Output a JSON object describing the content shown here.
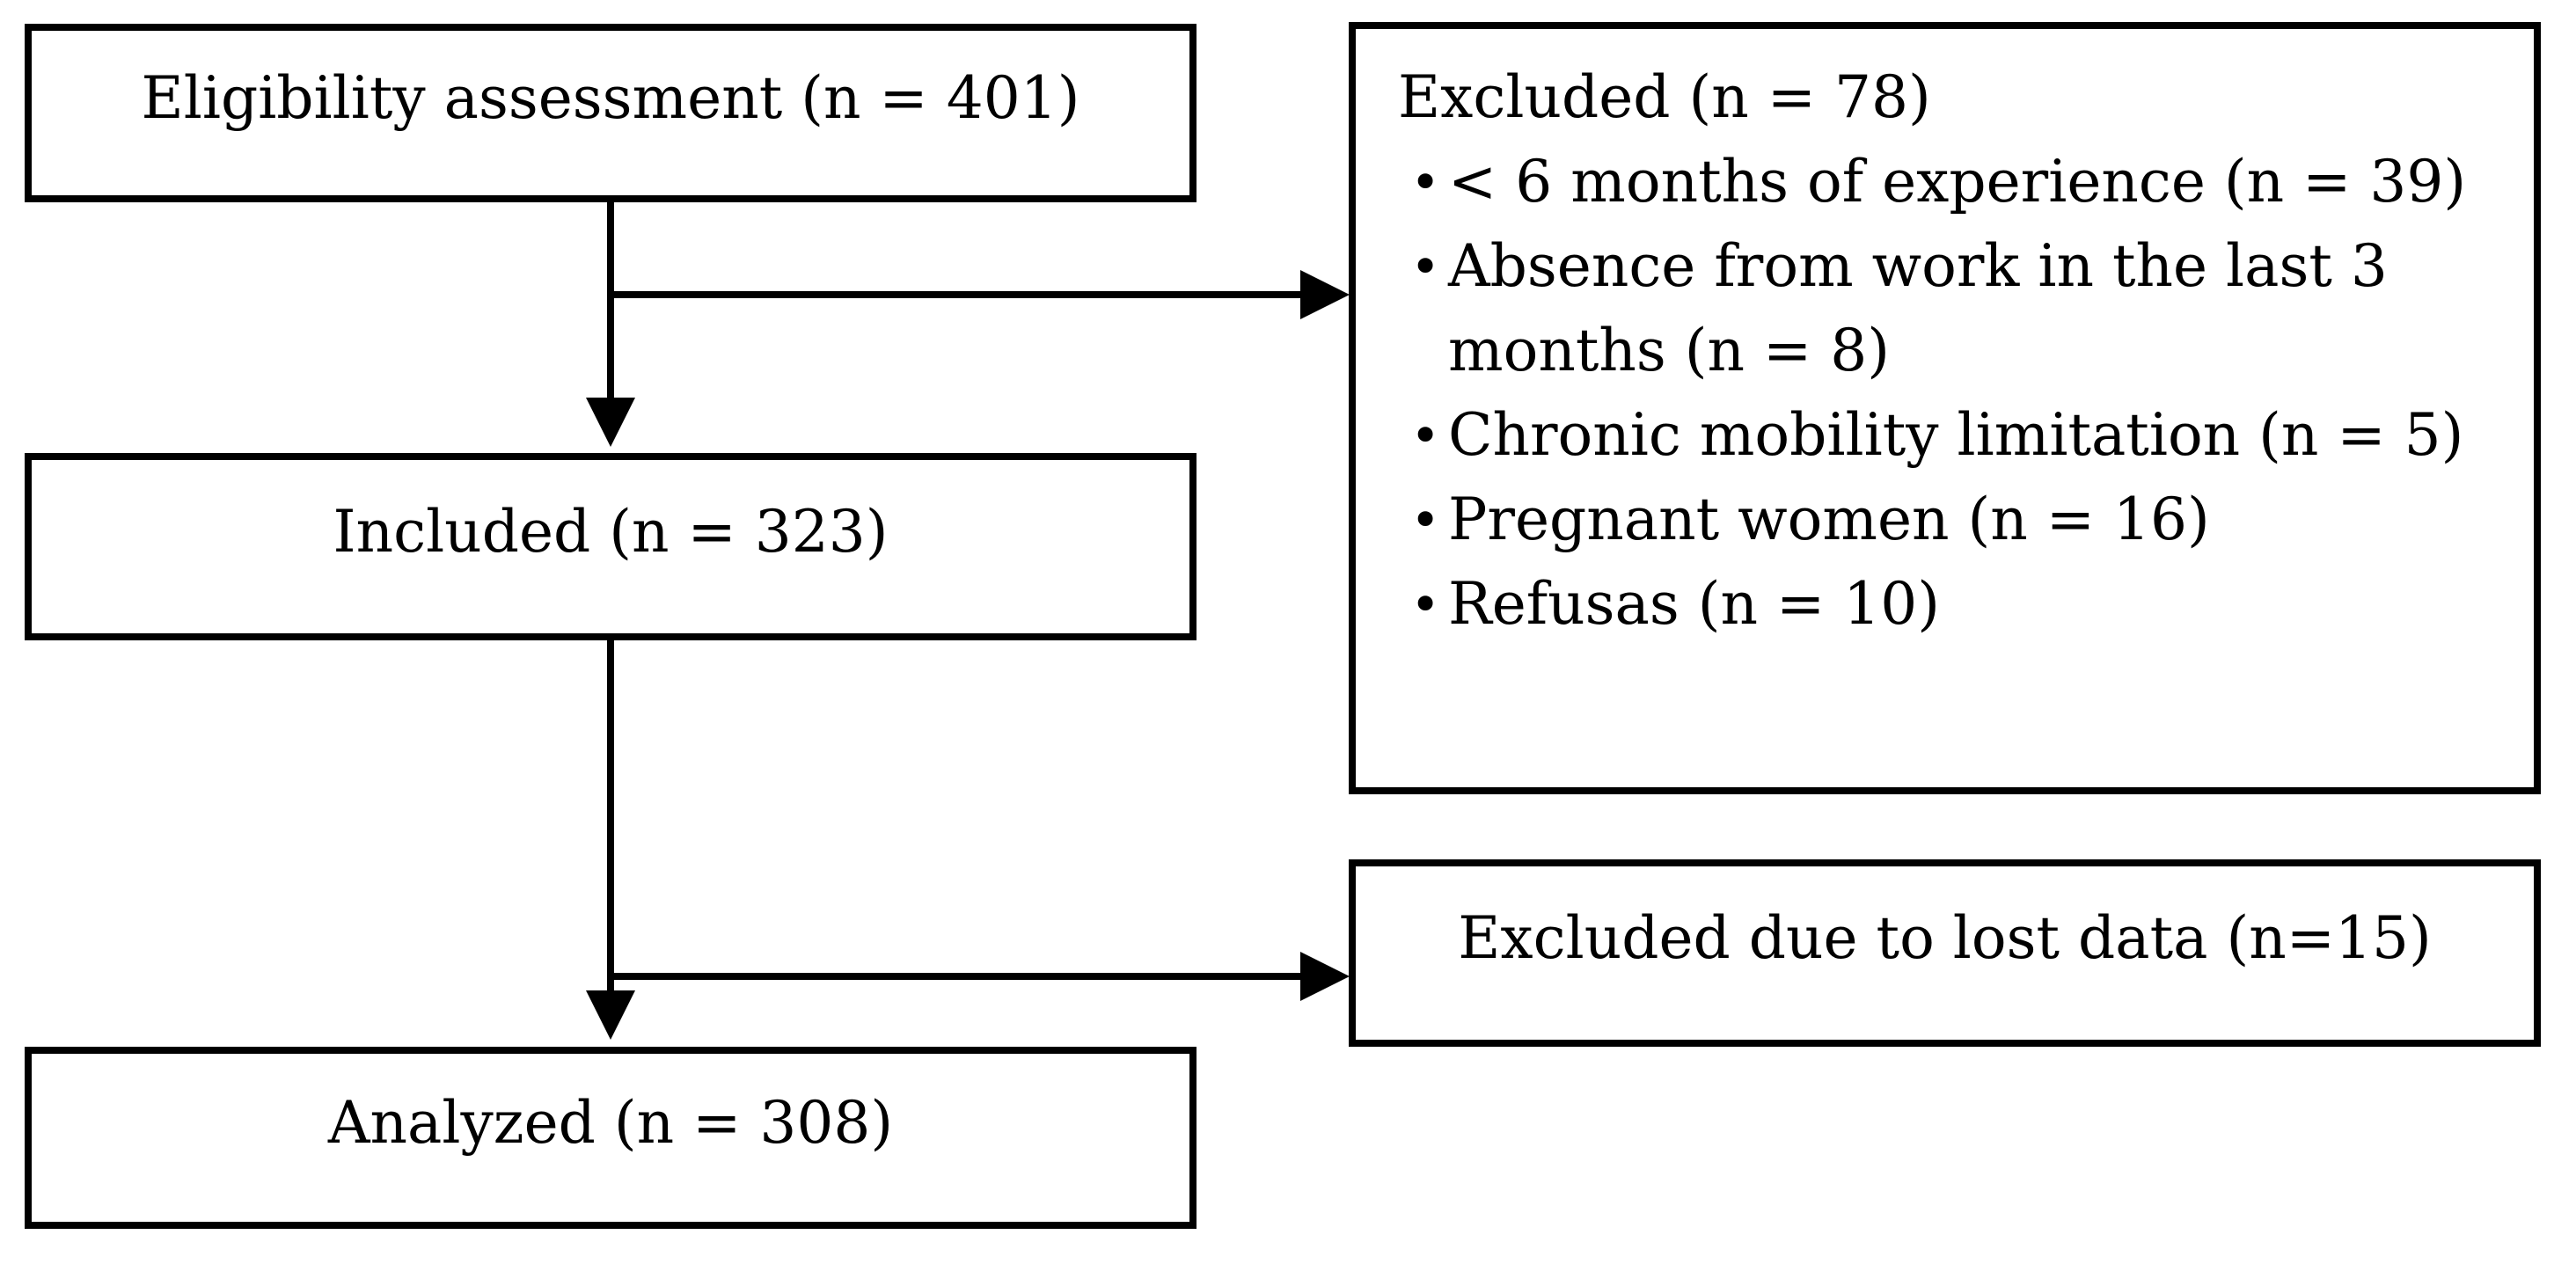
{
  "figure": {
    "kind": "participant-flow-diagram",
    "background_color": "#ffffff",
    "line_color": "#000000",
    "text_color": "#000000"
  },
  "nodes": {
    "eligibility": {
      "label": "Eligibility assessment (n = 401)"
    },
    "included": {
      "label": "Included (n = 323)"
    },
    "analyzed": {
      "label": "Analyzed (n = 308)"
    },
    "excluded": {
      "title": "Excluded (n = 78)",
      "bullet_glyph": "•",
      "bullets": [
        "< 6 months of experience (n = 39)",
        "Absence from work in the last 3 months (n = 8)",
        "Chronic mobility limitation (n = 5)",
        "Pregnant women (n = 16)",
        "Refusas (n = 10)"
      ]
    },
    "lost_data": {
      "label": "Excluded due to lost data (n=15)"
    }
  },
  "edges": [
    {
      "from": "eligibility",
      "to": "included",
      "type": "arrow-down"
    },
    {
      "from": "eligibility",
      "to": "excluded",
      "type": "arrow-right"
    },
    {
      "from": "included",
      "to": "analyzed",
      "type": "arrow-down"
    },
    {
      "from": "included",
      "to": "lost_data",
      "type": "arrow-right"
    }
  ]
}
